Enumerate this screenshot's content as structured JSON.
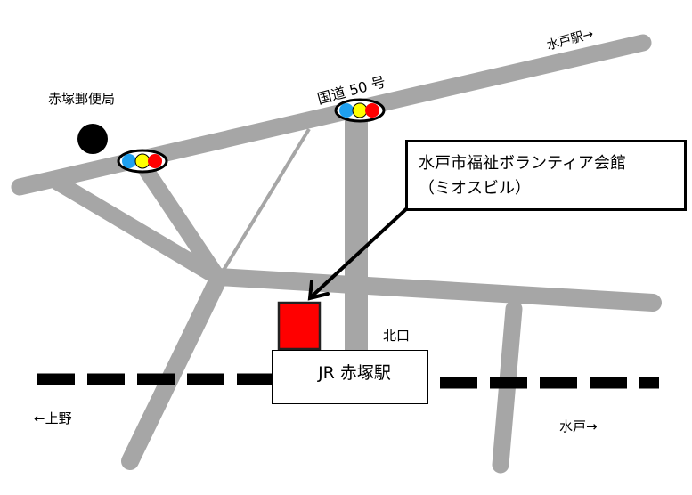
{
  "labels": {
    "post_office": "赤塚郵便局",
    "route": "国道 50 号",
    "to_mito_station": "水戸駅→",
    "north_exit": "北口",
    "to_ueno": "←上野",
    "to_mito": "水戸→"
  },
  "callout": {
    "line1": "水戸市福祉ボランティア会館",
    "line2": "（ミオスビル）"
  },
  "station": {
    "name": "JR 赤塚駅"
  },
  "colors": {
    "road": "#a6a6a6",
    "target_building": "#ff0000",
    "signal_blue": "#1ea0f0",
    "signal_yellow": "#ffff00",
    "signal_red": "#ff0000",
    "rail": "#000000"
  }
}
